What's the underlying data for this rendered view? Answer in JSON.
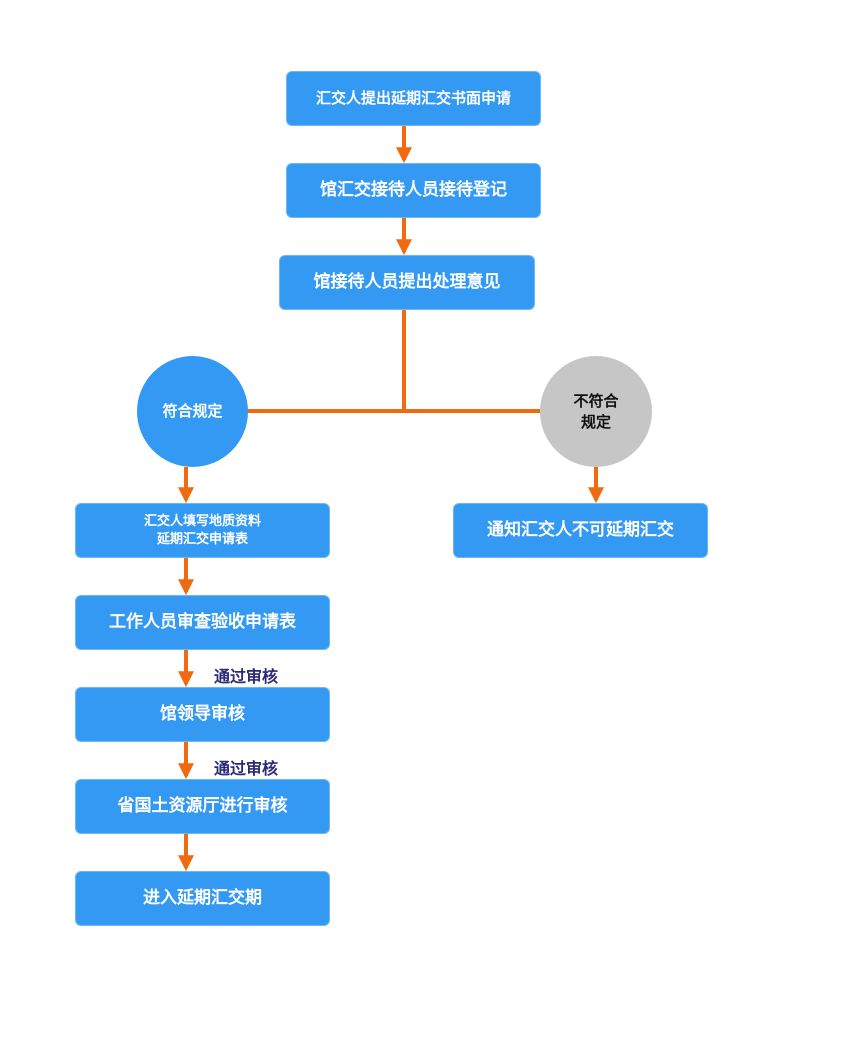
{
  "flowchart": {
    "steps": {
      "s1": "汇交人提出延期汇交书面申请",
      "s2": "馆汇交接待人员接待登记",
      "s3": "馆接待人员提出处理意见",
      "s4_line1": "汇交人填写地质资料",
      "s4_line2": "延期汇交申请表",
      "s5": "工作人员审查验收申请表",
      "s6": "馆领导审核",
      "s7": "省国土资源厅进行审核",
      "s8": "进入延期汇交期",
      "reject": "通知汇交人不可延期汇交"
    },
    "decisions": {
      "comply": "符合规定",
      "not_comply_line1": "不符合",
      "not_comply_line2": "规定"
    },
    "edge_labels": {
      "pass_1": "通过审核",
      "pass_2": "通过审核"
    }
  },
  "colors": {
    "box": "#3399f3",
    "arrow": "#f26a10",
    "reject_circle": "#c6c6c6",
    "edge_label": "#2b2a78"
  }
}
